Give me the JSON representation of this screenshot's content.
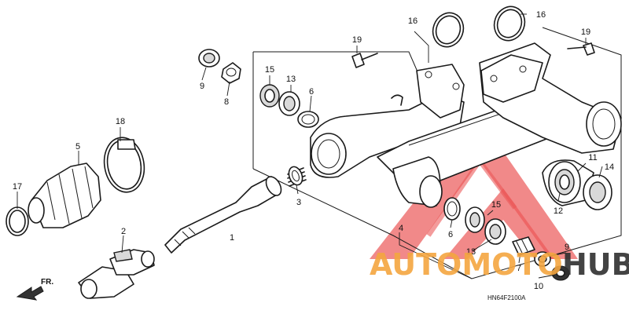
{
  "diagram": {
    "drawing_code": "HN64F2100A",
    "direction_label": "FR.",
    "watermark": {
      "text_left": "AUTOMOTO",
      "text_right": "HUB",
      "colors": {
        "orange": "#f4a640",
        "red": "#e83a3a",
        "dark": "#2f2f2f"
      }
    },
    "callouts": {
      "c1": "1",
      "c2": "2",
      "c3": "3",
      "c4": "4",
      "c5": "5",
      "c6a": "6",
      "c6b": "6",
      "c7": "7",
      "c8": "8",
      "c9a": "9",
      "c9b": "9",
      "c10": "10",
      "c11": "11",
      "c12": "12",
      "c13a": "13",
      "c13b": "13",
      "c14": "14",
      "c15a": "15",
      "c15b": "15",
      "c16a": "16",
      "c16b": "16",
      "c17": "17",
      "c18": "18",
      "c19a": "19",
      "c19b": "19"
    }
  }
}
